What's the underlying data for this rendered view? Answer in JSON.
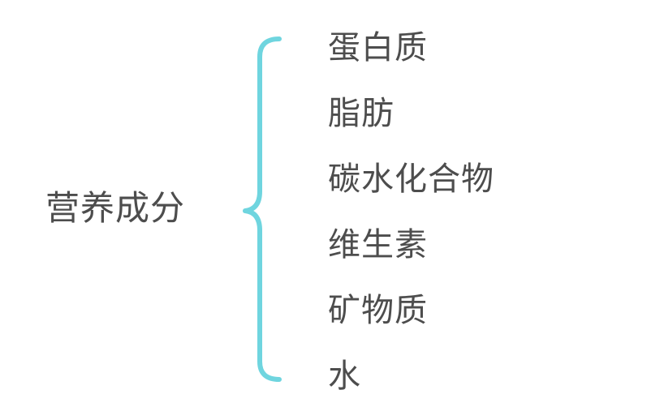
{
  "diagram": {
    "root": "营养成分",
    "items": [
      "蛋白质",
      "脂肪",
      "碳水化合物",
      "维生素",
      "矿物质",
      "水"
    ],
    "brace_color": "#6fd5df",
    "text_color": "#4d4d4d"
  }
}
